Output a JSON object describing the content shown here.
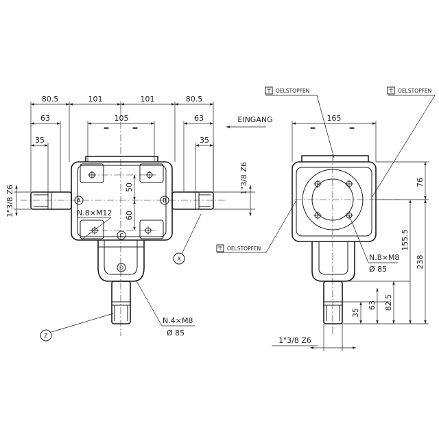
{
  "front_view": {
    "dims": {
      "w_80_5_left": "80.5",
      "w_101_left": "101",
      "w_101_right": "101",
      "w_80_5_right": "80.5",
      "w_63_left": "63",
      "w_105": "105",
      "eq_a": "=",
      "eq_b": "=",
      "w_63_right": "63",
      "w_35_left": "35",
      "w_35_right": "35",
      "h_50": "50",
      "h_60": "60"
    },
    "thread_left": "1\"3/8  Z6",
    "thread_right": "1\"3/8  Z6",
    "input_label": "EINGANG",
    "bolt_top": "N.8×M12",
    "bolt_bottom": "N.4×M8",
    "bolt_bottom_dia": "Ø  85",
    "shafts": [
      "A",
      "B",
      "C",
      "D"
    ],
    "views": [
      "X",
      "Z"
    ]
  },
  "side_view": {
    "dims": {
      "w_165": "165",
      "eq_a": "=",
      "eq_b": "=",
      "h_76": "76",
      "h_155_5": "155.5",
      "h_238": "238",
      "h_82_5": "82.5",
      "h_63": "63",
      "h_35": "35"
    },
    "thread_bottom": "1\"3/8  Z6",
    "bolt": "N.8×M8",
    "bolt_dia": "Ø  85"
  },
  "plugs": {
    "top_left": "OELSTOPFEN",
    "top_right": "OELSTOPFEN",
    "left": "OELSTOPFEN"
  }
}
